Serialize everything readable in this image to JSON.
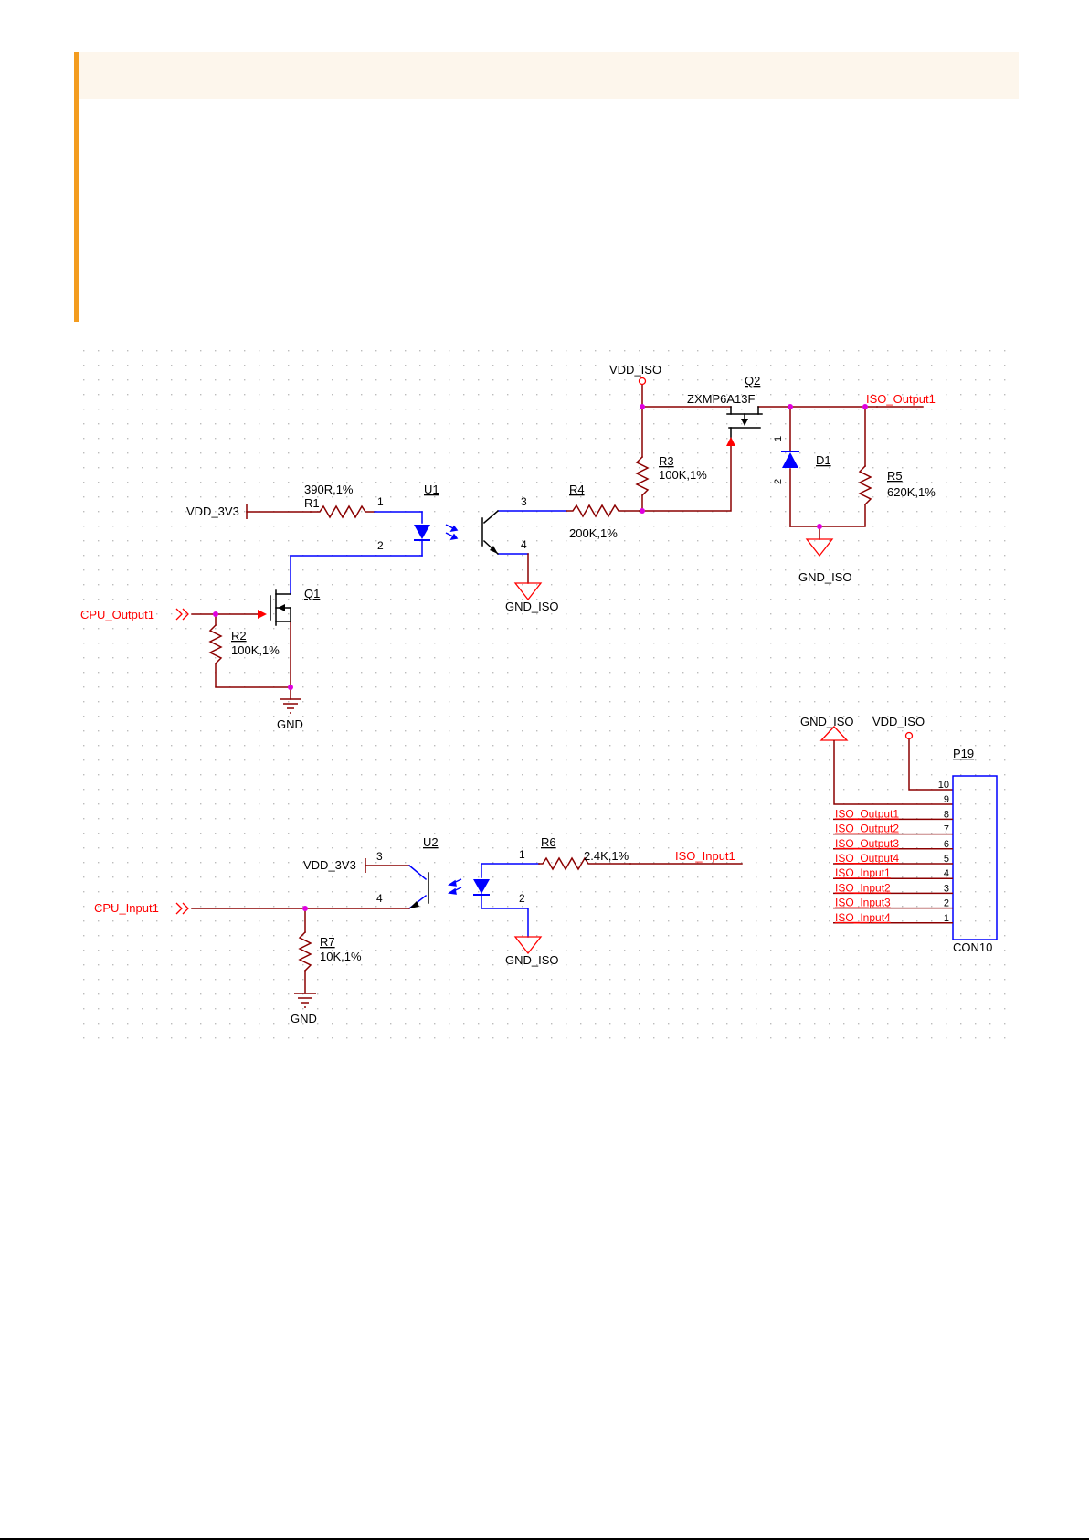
{
  "callout": {
    "heading": "",
    "body": ""
  },
  "colors": {
    "wire": "#0000ff",
    "part": "#8b0000",
    "net": "#ff0000",
    "junction": "#e000e0",
    "grid": "#b8b8b8",
    "accent": "#f39c1f"
  },
  "labels": {
    "vdd_iso_top": "VDD_ISO",
    "q2_ref": "Q2",
    "q2_part": "ZXMP6A13F",
    "iso_output1": "ISO_Output1",
    "r3_ref": "R3",
    "r3_val": "100K,1%",
    "d1_ref": "D1",
    "d1_pin1": "1",
    "d1_pin2": "2",
    "r5_ref": "R5",
    "r5_val": "620K,1%",
    "r1_val": "390R,1%",
    "r1_ref": "R1",
    "u1_ref": "U1",
    "r4_ref": "R4",
    "r4_val": "200K,1%",
    "vdd_3v3_top": "VDD_3V3",
    "u1_pin1": "1",
    "u1_pin2": "2",
    "u1_pin3": "3",
    "u1_pin4": "4",
    "gnd_iso_q2": "GND_ISO",
    "gnd_iso_u1": "GND_ISO",
    "cpu_output1": "CPU_Output1",
    "q1_ref": "Q1",
    "r2_ref": "R2",
    "r2_val": "100K,1%",
    "gnd_top": "GND",
    "gnd_iso_con": "GND_ISO",
    "vdd_iso_con": "VDD_ISO",
    "p19_ref": "P19",
    "con_part": "CON10",
    "u2_ref": "U2",
    "r6_ref": "R6",
    "r6_val": "2.4K,1%",
    "iso_input1": "ISO_Input1",
    "vdd_3v3_bot": "VDD_3V3",
    "u2_pin3": "3",
    "u2_pin4": "4",
    "u2_pin1": "1",
    "u2_pin2": "2",
    "cpu_input1": "CPU_Input1",
    "gnd_iso_u2": "GND_ISO",
    "r7_ref": "R7",
    "r7_val": "10K,1%",
    "gnd_bot": "GND"
  },
  "connector_pins": [
    {
      "num": "10",
      "net": ""
    },
    {
      "num": "9",
      "net": ""
    },
    {
      "num": "8",
      "net": "ISO_Output1"
    },
    {
      "num": "7",
      "net": "ISO_Output2"
    },
    {
      "num": "6",
      "net": "ISO_Output3"
    },
    {
      "num": "5",
      "net": "ISO_Output4"
    },
    {
      "num": "4",
      "net": "ISO_Input1"
    },
    {
      "num": "3",
      "net": "ISO_Input2"
    },
    {
      "num": "2",
      "net": "ISO_Input3"
    },
    {
      "num": "1",
      "net": "ISO_Input4"
    }
  ]
}
